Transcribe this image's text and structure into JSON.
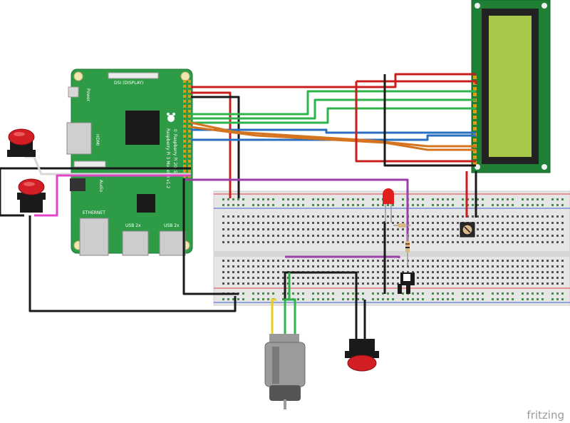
{
  "pi_board": {
    "display_label": "DSI (DISPLAY)",
    "power_label": "Power",
    "hdmi_label": "HDMI",
    "audio_label": "Audio",
    "ethernet_label": "ETHERNET",
    "usb_left_label": "USB 2x",
    "usb_right_label": "USB 2x",
    "model_label": "Raspberry Pi 3 Model B v1.2",
    "copyright_label": "© Raspberry Pi 2015"
  },
  "components": {
    "led_color": "#e21d1d",
    "button_cap_color": "#d41e26",
    "lcd_screen_color": "#a8c84a",
    "pi_board_color": "#2e9b46"
  },
  "watermark": "fritzing"
}
